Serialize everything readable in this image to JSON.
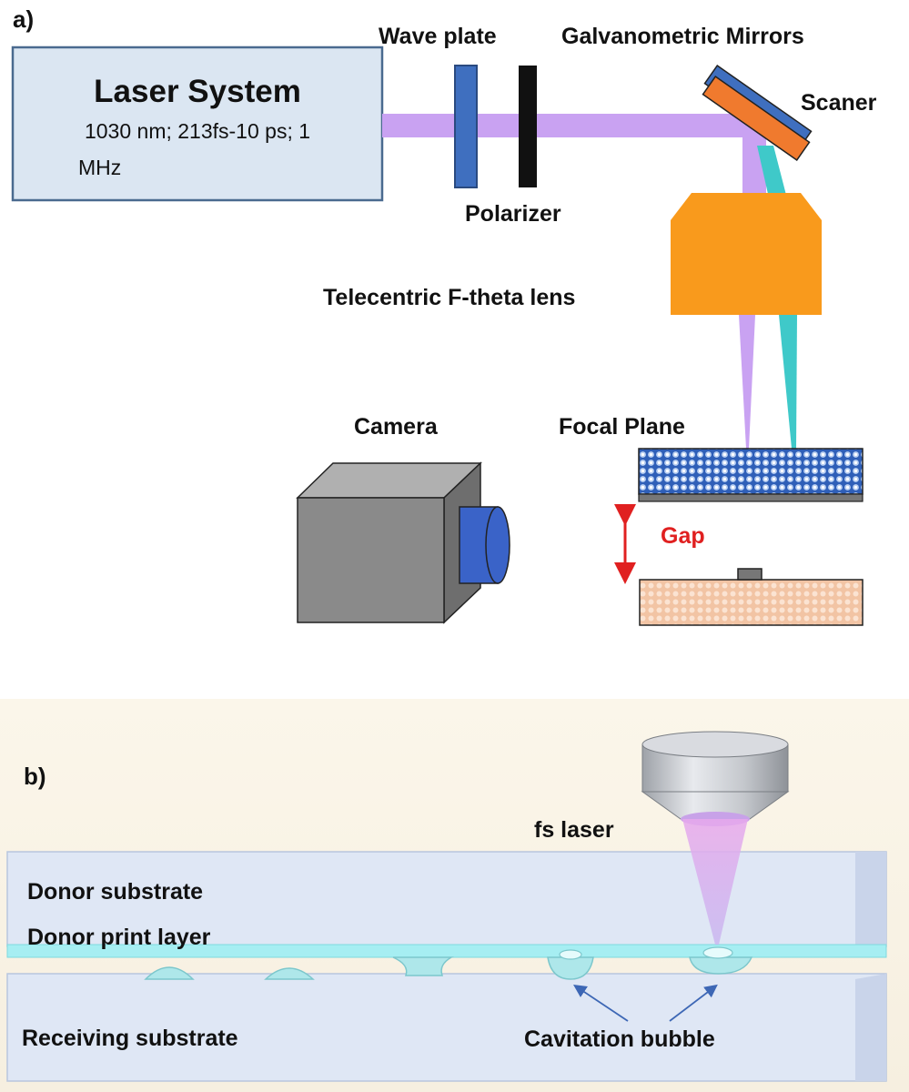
{
  "panel_a": {
    "tag": "a)",
    "laser_box": {
      "title": "Laser System",
      "line1": "1030 nm;  213fs-10 ps; 1",
      "line2": "MHz"
    },
    "wave_plate": "Wave plate",
    "polarizer": "Polarizer",
    "galvo": "Galvanometric Mirrors",
    "scanner": "Scaner",
    "lens": "Telecentric F-theta lens",
    "camera": "Camera",
    "focal_plane": "Focal Plane",
    "gap": "Gap"
  },
  "panel_b": {
    "tag": "b)",
    "fs_laser": "fs laser",
    "donor_substrate": "Donor substrate",
    "donor_print_layer": "Donor print layer",
    "receiving_substrate": "Receiving substrate",
    "cavitation_bubble": "Cavitation bubble"
  },
  "colors": {
    "beam_violet": "#c9a2f2",
    "beam_cyan": "#3fc9c9",
    "lens_orange": "#f99a1c",
    "mirror_orange": "#f07a2e",
    "mirror_blue": "#3f6fbf",
    "wave_plate_blue": "#3f6fbf",
    "polarizer_black": "#111111",
    "laser_box_fill": "#dbe6f2",
    "gap_red": "#e02020",
    "camera_gray": "#8a8a8a",
    "camera_lens_blue": "#3a63c8"
  }
}
